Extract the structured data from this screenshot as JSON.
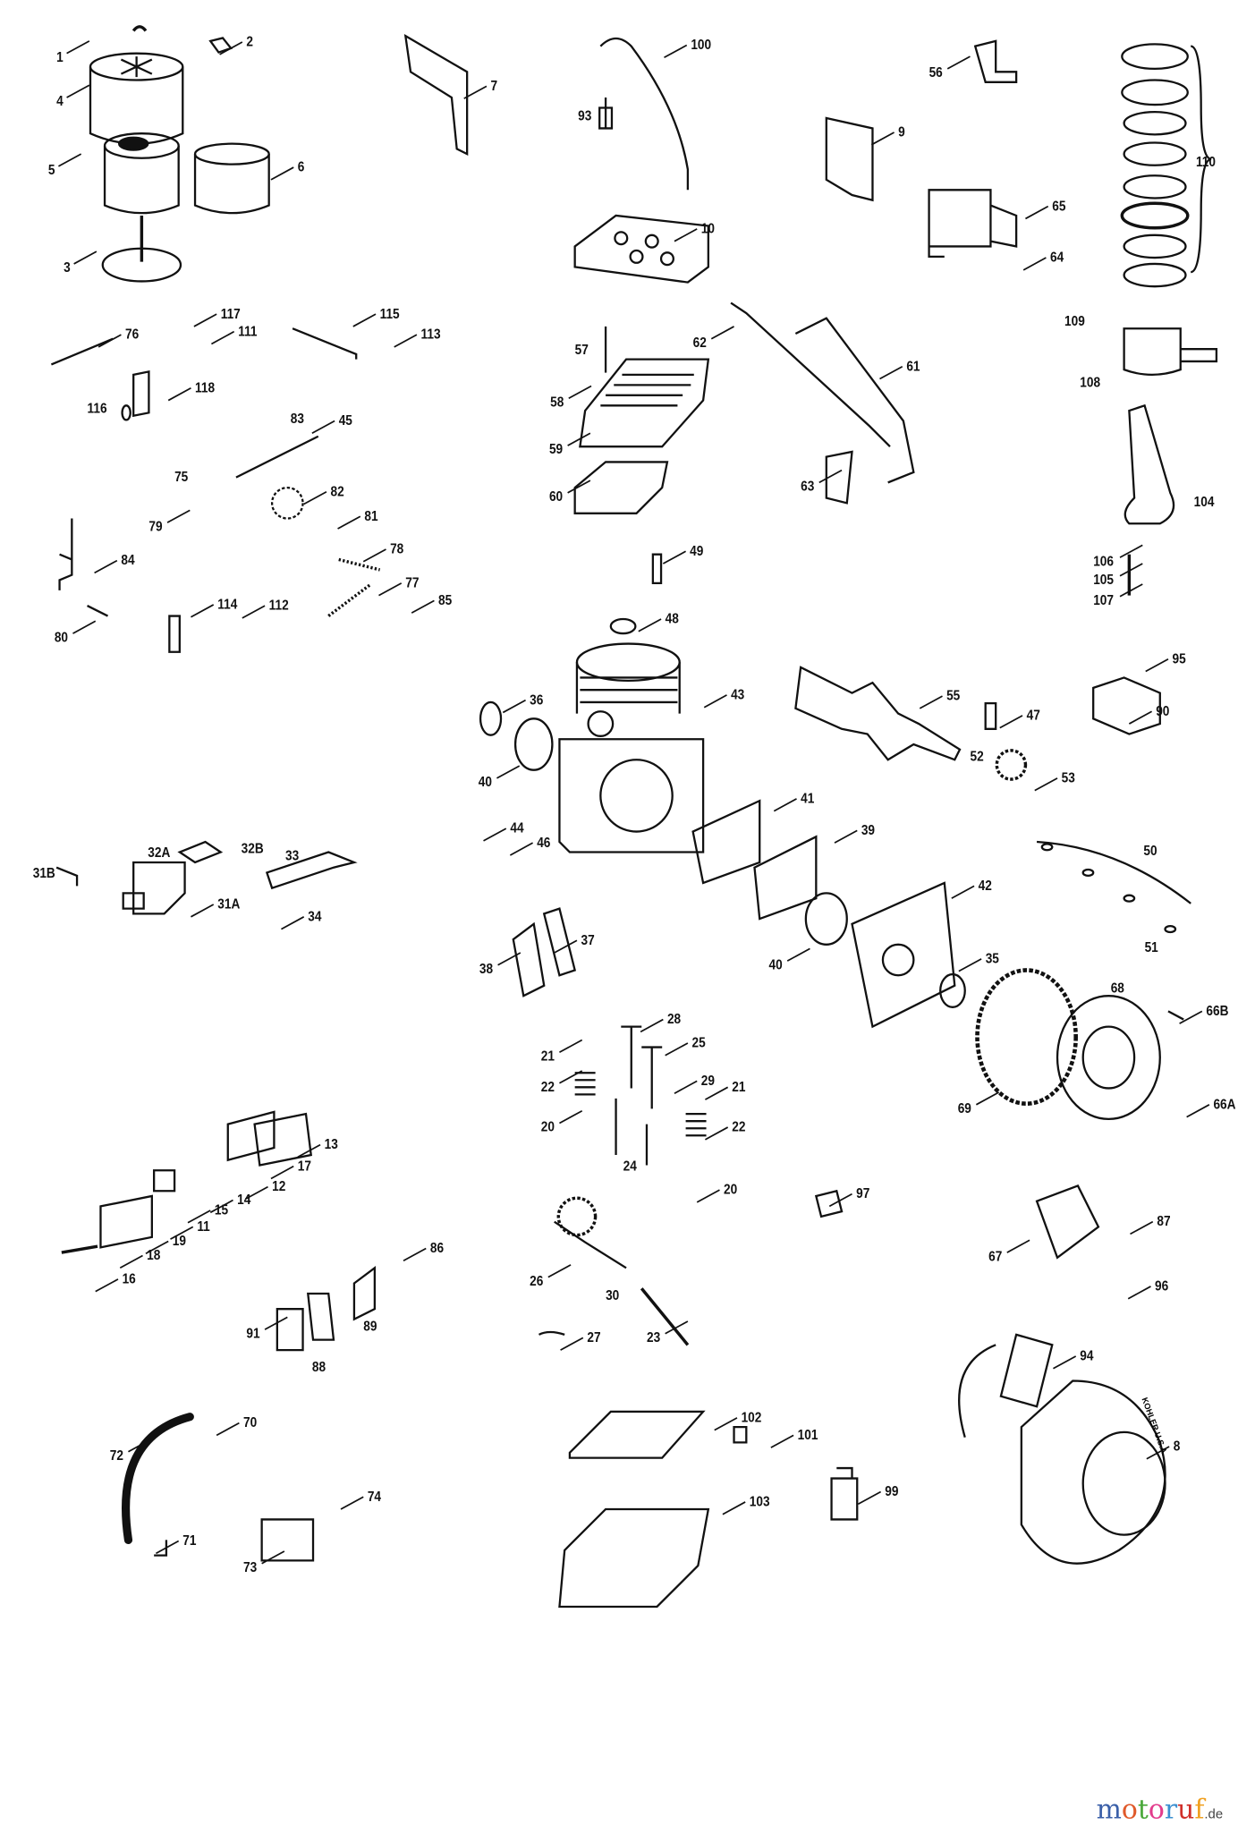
{
  "diagram": {
    "callouts": [
      "1",
      "2",
      "4",
      "5",
      "6",
      "3",
      "7",
      "100",
      "93",
      "9",
      "56",
      "110",
      "65",
      "64",
      "10",
      "117",
      "111",
      "76",
      "115",
      "113",
      "116",
      "118",
      "57",
      "62",
      "61",
      "109",
      "108",
      "58",
      "59",
      "60",
      "63",
      "83",
      "45",
      "75",
      "82",
      "79",
      "81",
      "104",
      "106",
      "105",
      "107",
      "49",
      "84",
      "78",
      "77",
      "85",
      "114",
      "112",
      "80",
      "48",
      "95",
      "43",
      "36",
      "55",
      "47",
      "90",
      "40",
      "52",
      "53",
      "41",
      "39",
      "50",
      "44",
      "46",
      "31B",
      "32A",
      "32B",
      "33",
      "31A",
      "34",
      "42",
      "51",
      "38",
      "37",
      "40",
      "35",
      "68",
      "66B",
      "28",
      "25",
      "21",
      "22",
      "29",
      "21",
      "20",
      "22",
      "24",
      "69",
      "66A",
      "13",
      "17",
      "12",
      "14",
      "15",
      "11",
      "19",
      "18",
      "16",
      "20",
      "97",
      "87",
      "67",
      "26",
      "30",
      "96",
      "86",
      "89",
      "91",
      "88",
      "27",
      "23",
      "94",
      "70",
      "72",
      "102",
      "101",
      "8",
      "74",
      "99",
      "103",
      "71",
      "73"
    ],
    "housing_marking": "KOHLER U.S.A."
  },
  "watermark": {
    "brand": "motoruf",
    "tld": ".de",
    "colors": [
      "#3a5fa8",
      "#e0592a",
      "#4aa83a",
      "#e23c8c",
      "#3a8fd0",
      "#d0302a",
      "#f0a020"
    ]
  }
}
